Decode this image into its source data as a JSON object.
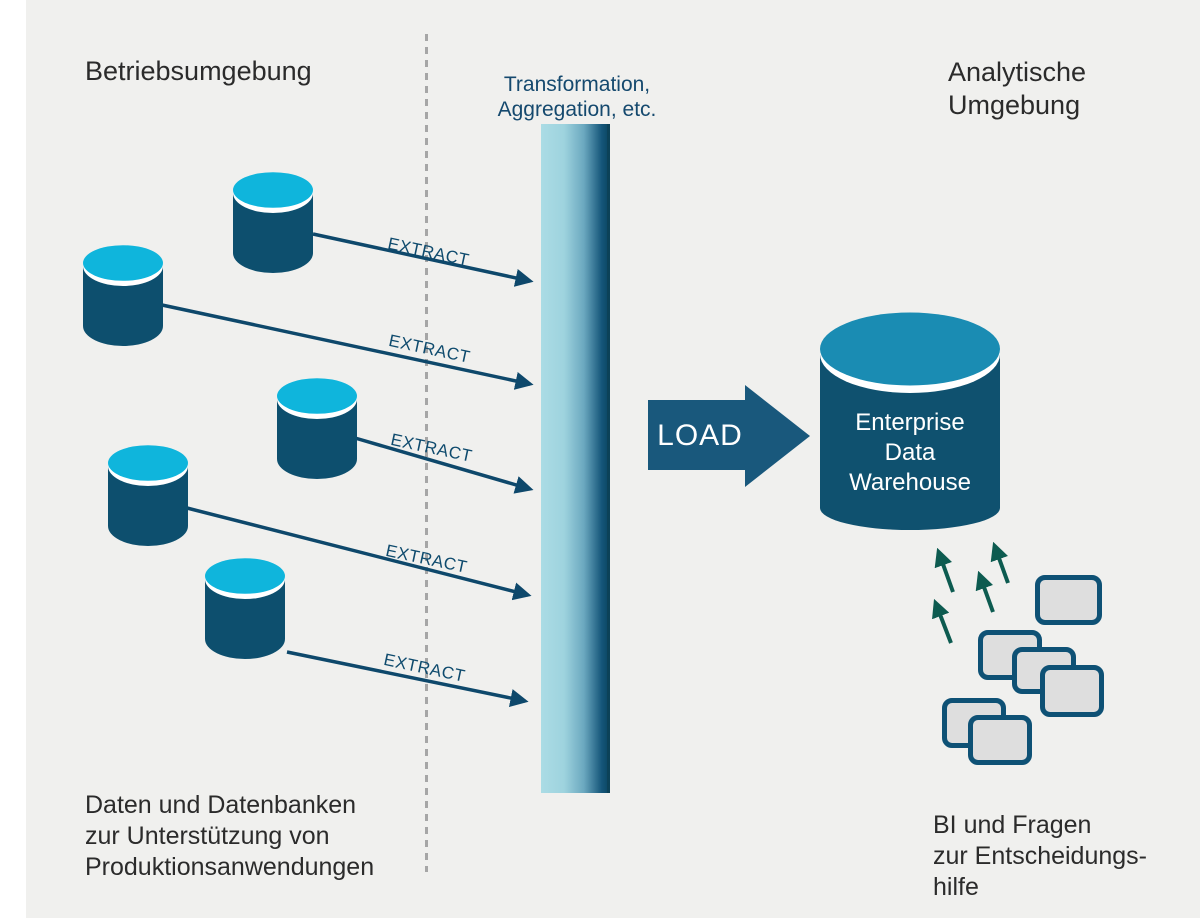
{
  "labels": {
    "left_region_title": "Betriebsumgebung",
    "right_region_title": [
      "Analytische",
      "Umgebung"
    ],
    "transform_title": [
      "Transformation,",
      "Aggregation, etc."
    ],
    "extract": "EXTRACT",
    "load": "LOAD",
    "warehouse": [
      "Enterprise",
      "Data",
      "Warehouse"
    ],
    "left_caption": [
      "Daten und Datenbanken",
      "zur Unterstützung von",
      "Produktionsanwendungen"
    ],
    "right_caption": [
      "BI und Fragen",
      "zur Entscheidungs-",
      "hilfe"
    ]
  },
  "icons": {
    "source_database": "cylinder-shape",
    "warehouse_database": "large-cylinder-shape",
    "bi_screen": "rounded-rectangle-screen",
    "load_arrow": "block-arrow-right",
    "extract_arrow": "thin-arrow-right",
    "query_arrow": "thin-arrow-up",
    "transform_bar": "vertical-gradient-bar",
    "divider": "vertical-dashed-line"
  },
  "colors": {
    "background": "#f0f0ee",
    "database_body": "#0d4f6e",
    "database_top": "#0fb5dc",
    "warehouse_top": "#1a8cb3",
    "arrow_blue": "#0e486b",
    "load_arrow_fill": "#19587c",
    "query_arrow_green": "#0d5b50",
    "screen_border": "#0e5175",
    "screen_fill": "#dedede",
    "transform_bar_light": "#abdce5",
    "transform_bar_dark": "#0d4a68",
    "divider_gray": "#a6a6a6",
    "text_dark": "#2b2b2b",
    "text_blue": "#15496e"
  },
  "counts": {
    "source_databases": 5,
    "extract_arrows": 5,
    "bi_screens": 6,
    "query_arrows": 4
  }
}
